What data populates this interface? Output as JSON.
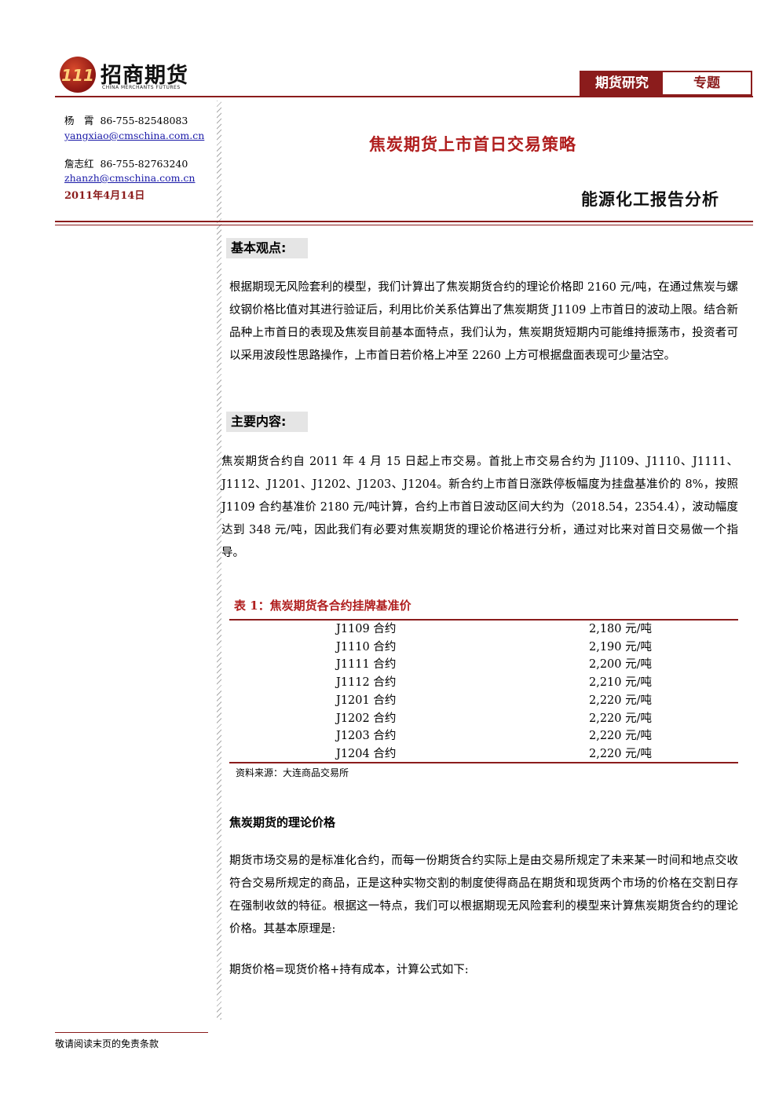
{
  "header": {
    "brand_cn": "招商期货",
    "brand_en": "CHINA MERCHANTS FUTURES",
    "tag_left": "期货研究",
    "tag_right": "专题"
  },
  "contacts": [
    {
      "name": "杨　霄",
      "phone": "86-755-82548083",
      "email": "yangxiao@cmschina.com.cn"
    },
    {
      "name": "詹志红",
      "phone": "86-755-82763240",
      "email": "zhanzh@cmschina.com.cn"
    }
  ],
  "date": "2011年4月14日",
  "title": "焦炭期货上市首日交易策略",
  "subtitle": "能源化工报告分析",
  "basic": {
    "heading": "基本观点:",
    "text": "根据期现无风险套利的模型，我们计算出了焦炭期货合约的理论价格即 2160 元/吨，在通过焦炭与螺纹钢价格比值对其进行验证后，利用比价关系估算出了焦炭期货 J1109 上市首日的波动上限。结合新品种上市首日的表现及焦炭目前基本面特点，我们认为，焦炭期货短期内可能维持振荡市，投资者可以采用波段性思路操作，上市首日若价格上冲至 2260 上方可根据盘面表现可少量沽空。"
  },
  "main": {
    "heading": "主要内容:",
    "text": "焦炭期货合约自 2011 年 4 月 15 日起上市交易。首批上市交易合约为 J1109、J1110、J1111、J1112、J1201、J1202、J1203、J1204。新合约上市首日涨跌停板幅度为挂盘基准价的 8%，按照 J1109 合约基准价 2180 元/吨计算，合约上市首日波动区间大约为（2018.54，2354.4），波动幅度达到 348 元/吨，因此我们有必要对焦炭期货的理论价格进行分析，通过对比来对首日交易做一个指导。"
  },
  "table": {
    "caption": "表 1：焦炭期货各合约挂牌基准价",
    "rows": [
      {
        "contract": "J1109 合约",
        "price": "2,180 元/吨"
      },
      {
        "contract": "J1110 合约",
        "price": "2,190 元/吨"
      },
      {
        "contract": "J1111 合约",
        "price": "2,200 元/吨"
      },
      {
        "contract": "J1112 合约",
        "price": "2,210 元/吨"
      },
      {
        "contract": "J1201 合约",
        "price": "2,220 元/吨"
      },
      {
        "contract": "J1202 合约",
        "price": "2,220 元/吨"
      },
      {
        "contract": "J1203 合约",
        "price": "2,220 元/吨"
      },
      {
        "contract": "J1204 合约",
        "price": "2,220 元/吨"
      }
    ],
    "source": "资料来源：大连商品交易所"
  },
  "theory": {
    "heading": "焦炭期货的理论价格",
    "para1": "期货市场交易的是标准化合约，而每一份期货合约实际上是由交易所规定了未来某一时间和地点交收符合交易所规定的商品，正是这种实物交割的制度使得商品在期货和现货两个市场的价格在交割日存在强制收敛的特征。根据这一特点，我们可以根据期现无风险套利的模型来计算焦炭期货合约的理论价格。其基本原理是:",
    "para2": "期货价格=现货价格+持有成本，计算公式如下:"
  },
  "footer": {
    "text": "敬请阅读末页的免责条款"
  }
}
